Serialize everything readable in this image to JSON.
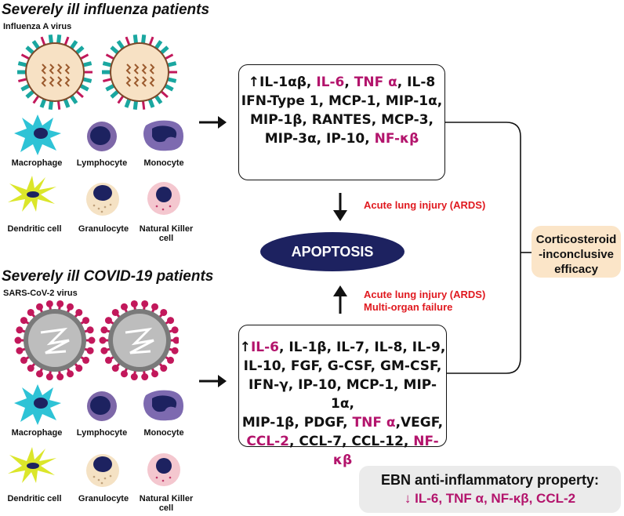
{
  "influenza": {
    "title": "Severely ill influenza patients",
    "virus_label": "Influenza A virus",
    "cells": [
      "Macrophage",
      "Lymphocyte",
      "Monocyte",
      "Dendritic cell",
      "Granulocyte",
      "Natural Killer cell"
    ],
    "cytokines": [
      [
        {
          "t": "↑",
          "r": false
        },
        {
          "t": "IL-1αβ, ",
          "r": false
        },
        {
          "t": "IL-6",
          "r": true
        },
        {
          "t": ", ",
          "r": false
        },
        {
          "t": "TNF α",
          "r": true
        },
        {
          "t": ", IL-8",
          "r": false
        }
      ],
      [
        {
          "t": "IFN-Type 1, MCP-1, MIP-1α,",
          "r": false
        }
      ],
      [
        {
          "t": "MIP-1β, RANTES, MCP-3,",
          "r": false
        }
      ],
      [
        {
          "t": "MIP-3α, IP-10, ",
          "r": false
        },
        {
          "t": "NF-κβ",
          "r": true
        }
      ]
    ],
    "outcome": "Acute lung injury (ARDS)"
  },
  "covid": {
    "title": "Severely ill COVID-19 patients",
    "virus_label": "SARS-CoV-2 virus",
    "cells": [
      "Macrophage",
      "Lymphocyte",
      "Monocyte",
      "Dendritic cell",
      "Granulocyte",
      "Natural Killer cell"
    ],
    "cytokines": [
      [
        {
          "t": "↑",
          "r": false
        },
        {
          "t": "IL-6",
          "r": true
        },
        {
          "t": ", IL-1β, IL-7, IL-8, IL-9,",
          "r": false
        }
      ],
      [
        {
          "t": "IL-10, FGF, G-CSF, GM-CSF,",
          "r": false
        }
      ],
      [
        {
          "t": "IFN-γ, IP-10, MCP-1, MIP-1α,",
          "r": false
        }
      ],
      [
        {
          "t": "MIP-1β, PDGF, ",
          "r": false
        },
        {
          "t": "TNF α",
          "r": true
        },
        {
          "t": ",VEGF,",
          "r": false
        }
      ],
      [
        {
          "t": "CCL-2",
          "r": true
        },
        {
          "t": ", CCL-7, CCL-12, ",
          "r": false
        },
        {
          "t": "NF-κβ",
          "r": true
        }
      ]
    ],
    "outcome_1": "Acute lung injury (ARDS)",
    "outcome_2": "Multi-organ failure"
  },
  "apoptosis": "APOPTOSIS",
  "corticosteroid": [
    "Corticosteroid",
    "-inconclusive",
    "efficacy"
  ],
  "ebn": {
    "title": "EBN anti-inflammatory property:",
    "line": "↓ IL-6, TNF α, NF-κβ, CCL-2"
  },
  "colors": {
    "highlight": "#b3146c",
    "ards": "#e0191f",
    "apoptosis": "#1d2260",
    "corticosteroid_bg": "#fbe5c8",
    "ebn_bg": "#ebebeb",
    "macrophage": "#2ec3d6",
    "dendritic": "#dbe62a"
  }
}
